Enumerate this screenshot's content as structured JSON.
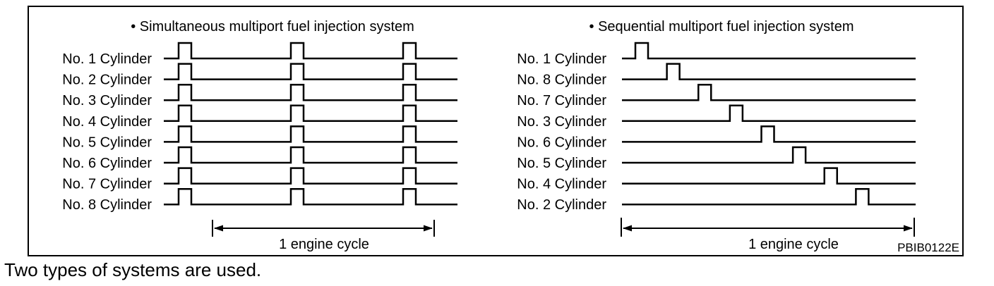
{
  "diagram": {
    "code": "PBIB0122E",
    "panels": [
      {
        "title": "• Simultaneous multiport fuel injection system",
        "cylinders": [
          "No. 1 Cylinder",
          "No. 2 Cylinder",
          "No. 3 Cylinder",
          "No. 4 Cylinder",
          "No. 5 Cylinder",
          "No. 6 Cylinder",
          "No. 7 Cylinder",
          "No. 8 Cylinder"
        ],
        "pulse_phases": [
          [
            0,
            0.5,
            1
          ],
          [
            0,
            0.5,
            1
          ],
          [
            0,
            0.5,
            1
          ],
          [
            0,
            0.5,
            1
          ],
          [
            0,
            0.5,
            1
          ],
          [
            0,
            0.5,
            1
          ],
          [
            0,
            0.5,
            1
          ],
          [
            0,
            0.5,
            1
          ]
        ],
        "cycle_label": "1 engine cycle"
      },
      {
        "title": "• Sequential multiport fuel injection system",
        "cylinders": [
          "No. 1 Cylinder",
          "No. 8 Cylinder",
          "No. 7 Cylinder",
          "No. 3 Cylinder",
          "No. 6 Cylinder",
          "No. 5 Cylinder",
          "No. 4 Cylinder",
          "No. 2 Cylinder"
        ],
        "pulse_phases": [
          [
            0
          ],
          [
            0.125
          ],
          [
            0.25
          ],
          [
            0.375
          ],
          [
            0.5
          ],
          [
            0.625
          ],
          [
            0.75
          ],
          [
            0.875
          ]
        ],
        "cycle_label": "1 engine cycle"
      }
    ]
  },
  "caption": "Two types of systems are used."
}
